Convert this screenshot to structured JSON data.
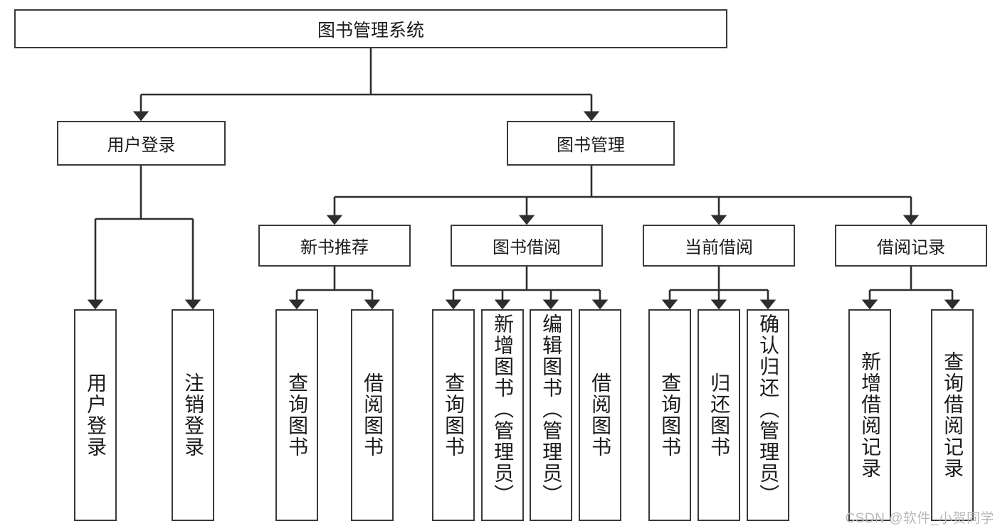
{
  "diagram": {
    "title": "图书管理系统",
    "type": "hierarchy-tree",
    "root": {
      "id": "root",
      "label": "图书管理系统"
    },
    "level2": [
      {
        "id": "user-login",
        "label": "用户登录"
      },
      {
        "id": "book-manage",
        "label": "图书管理"
      }
    ],
    "level3": [
      {
        "id": "new-book-recommend",
        "label": "新书推荐"
      },
      {
        "id": "book-borrow",
        "label": "图书借阅"
      },
      {
        "id": "current-borrow",
        "label": "当前借阅"
      },
      {
        "id": "borrow-record",
        "label": "借阅记录"
      }
    ],
    "leaves": {
      "user_login": [
        {
          "id": "leaf-user-login",
          "label": "用户登录"
        },
        {
          "id": "leaf-logout-login",
          "label": "注销登录"
        }
      ],
      "new_book_recommend": [
        {
          "id": "leaf-query-book-1",
          "label": "查询图书"
        },
        {
          "id": "leaf-borrow-book-1",
          "label": "借阅图书"
        }
      ],
      "book_borrow": [
        {
          "id": "leaf-query-book-2",
          "label": "查询图书"
        },
        {
          "id": "leaf-add-book-admin",
          "label": "新增图书（管理员）"
        },
        {
          "id": "leaf-edit-book-admin",
          "label": "编辑图书（管理员）"
        },
        {
          "id": "leaf-borrow-book-2",
          "label": "借阅图书"
        }
      ],
      "current_borrow": [
        {
          "id": "leaf-query-book-3",
          "label": "查询图书"
        },
        {
          "id": "leaf-return-book",
          "label": "归还图书"
        },
        {
          "id": "leaf-confirm-return-admin",
          "label": "确认归还（管理员）"
        }
      ],
      "borrow_record": [
        {
          "id": "leaf-add-borrow-record",
          "label": "新增借阅记录"
        },
        {
          "id": "leaf-query-borrow-record",
          "label": "查询借阅记录"
        }
      ]
    }
  },
  "watermark": {
    "text": "CSDN @软件_小贺同学"
  },
  "colors": {
    "border": "#3a3a3a",
    "text": "#1b1b1b",
    "background": "#ffffff",
    "watermark": "#b9b9b9"
  }
}
